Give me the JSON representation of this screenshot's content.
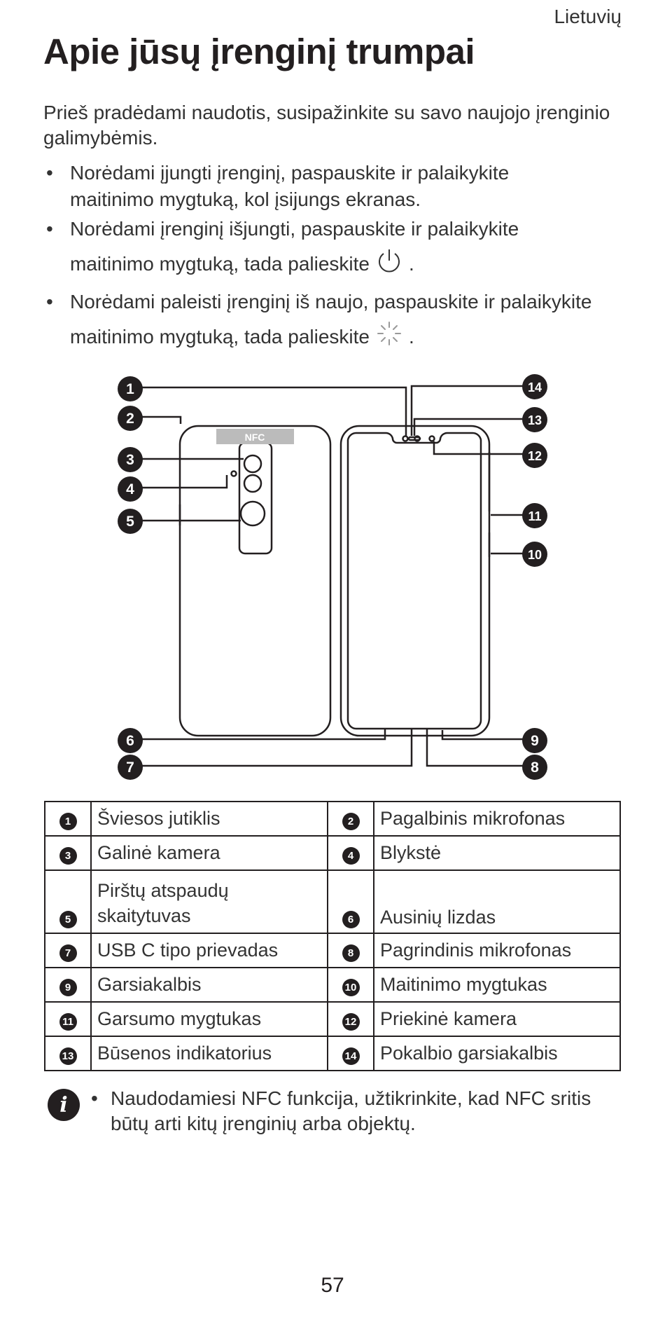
{
  "header": {
    "language": "Lietuvių"
  },
  "title": "Apie jūsų įrenginį trumpai",
  "intro": "Prieš pradėdami naudotis, susipažinkite su savo naujojo įrenginio galimybėmis.",
  "bullets": [
    {
      "line1": "Norėdami įjungti įrenginį, paspauskite ir palaikykite",
      "line2": "maitinimo mygtuką, kol įsijungs ekranas."
    },
    {
      "line1": "Norėdami įrenginį išjungti, paspauskite ir palaikykite",
      "line2": "maitinimo mygtuką, tada palieskite",
      "icon": "power-icon",
      "after": "."
    },
    {
      "line1": "Norėdami paleisti įrenginį iš naujo, paspauskite ir palaikykite",
      "line2": "maitinimo mygtuką, tada palieskite",
      "icon": "restart-icon",
      "after": "."
    }
  ],
  "diagram": {
    "nfc_label": "NFC",
    "callouts": [
      "1",
      "2",
      "3",
      "4",
      "5",
      "6",
      "7",
      "8",
      "9",
      "10",
      "11",
      "12",
      "13",
      "14"
    ]
  },
  "parts_table": [
    {
      "n1": "1",
      "t1": "Šviesos jutiklis",
      "n2": "2",
      "t2": "Pagalbinis mikrofonas"
    },
    {
      "n1": "3",
      "t1": "Galinė kamera",
      "n2": "4",
      "t2": "Blykstė"
    },
    {
      "n1": "5",
      "t1": "Pirštų atspaudų skaitytuvas",
      "n2": "6",
      "t2": "Ausinių lizdas"
    },
    {
      "n1": "7",
      "t1": "USB C tipo prievadas",
      "n2": "8",
      "t2": "Pagrindinis mikrofonas"
    },
    {
      "n1": "9",
      "t1": "Garsiakalbis",
      "n2": "10",
      "t2": "Maitinimo mygtukas"
    },
    {
      "n1": "11",
      "t1": "Garsumo mygtukas",
      "n2": "12",
      "t2": "Priekinė kamera"
    },
    {
      "n1": "13",
      "t1": "Būsenos indikatorius",
      "n2": "14",
      "t2": "Pokalbio garsiakalbis"
    }
  ],
  "note": {
    "icon": "info-icon",
    "line1": "Naudodamiesi NFC funkcija, užtikrinkite, kad NFC sritis",
    "line2": "būtų arti kitų įrenginių arba objektų."
  },
  "page_number": "57"
}
